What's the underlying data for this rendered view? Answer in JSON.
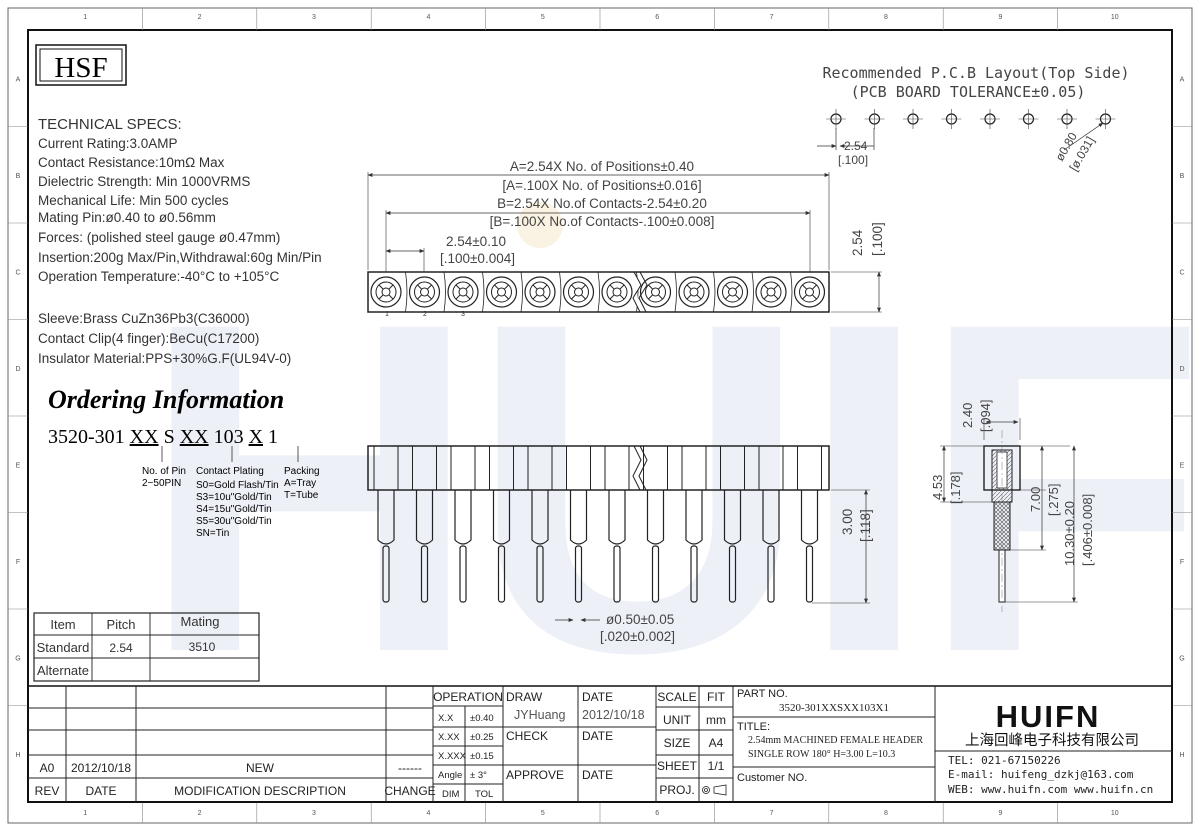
{
  "brand_logo": "HSF",
  "watermark": "HUIFN",
  "zone_columns": [
    "1",
    "2",
    "3",
    "4",
    "5",
    "6",
    "7",
    "8",
    "9",
    "10"
  ],
  "zone_rows": [
    "A",
    "B",
    "C",
    "D",
    "E",
    "F",
    "G",
    "H"
  ],
  "pcb_layout": {
    "title": "Recommended P.C.B Layout(Top Side)",
    "tolerance": "(PCB BOARD TOLERANCE±0.05)",
    "pitch_mm": "2.54",
    "pitch_in": "[.100]",
    "hole_mm": "ø0.80",
    "hole_in": "[ø.031]"
  },
  "specs": {
    "heading": "TECHNICAL SPECS:",
    "lines": [
      "Current Rating:3.0AMP",
      "Contact Resistance:10mΩ Max",
      "Dielectric Strength: Min 1000VRMS",
      "Mechanical Life: Min 500 cycles",
      "Mating Pin:ø0.40 to ø0.56mm",
      "Forces: (polished steel gauge ø0.47mm)",
      "Insertion:200g Max/Pin,Withdrawal:60g Min/Pin",
      "Operation Temperature:-40°C to +105°C"
    ],
    "materials": [
      "Sleeve:Brass CuZn36Pb3(C36000)",
      "Contact Clip(4 finger):BeCu(C17200)",
      "Insulator Material:PPS+30%G.F(UL94V-0)"
    ]
  },
  "ordering": {
    "title": "Ordering Information",
    "parts": [
      "3520-301 ",
      "XX",
      " S ",
      "XX",
      " 103 ",
      "X",
      " 1"
    ],
    "pins_title": "No. of Pin",
    "pins_range": "2~50PIN",
    "plating_title": "Contact Plating",
    "plating_options": [
      "S0=Gold Flash/Tin",
      "S3=10u\"Gold/Tin",
      "S4=15u\"Gold/Tin",
      "S5=30u\"Gold/Tin",
      "SN=Tin"
    ],
    "packing_title": "Packing",
    "packing_options": [
      "A=Tray",
      "T=Tube"
    ]
  },
  "dimensions": {
    "a_mm": "A=2.54X No. of Positions±0.40",
    "a_in": "[A=.100X No. of Positions±0.016]",
    "b_mm": "B=2.54X No.of Contacts-2.54±0.20",
    "b_in": "[B=.100X No.of Contacts-.100±0.008]",
    "pitch_mm": "2.54±0.10",
    "pitch_in": "[.100±0.004]",
    "height_mm": "2.54",
    "height_in": "[.100]",
    "pos_labels": [
      "1",
      "2",
      "3"
    ],
    "tail_len_mm": "3.00",
    "tail_len_in": "[.118]",
    "pin_dia_mm": "ø0.50±0.05",
    "pin_dia_in": "[.020±0.002]",
    "top_mm": "2.40",
    "top_in": "[.094]",
    "body_mm": "4.53",
    "body_in": "[.178]",
    "socket_mm": "7.00",
    "socket_in": "[.275]",
    "total_mm": "10.30±0.20",
    "total_in": "[.406±0.008]"
  },
  "mating_table": {
    "headers": [
      "Item",
      "Pitch",
      "Mating"
    ],
    "rows": [
      [
        "Standard",
        "2.54",
        "3510"
      ],
      [
        "Alternate",
        "",
        ""
      ]
    ]
  },
  "title_block": {
    "rev_row": {
      "rev": "A0",
      "date": "2012/10/18",
      "desc": "NEW",
      "change": "------"
    },
    "labels": {
      "rev": "REV",
      "date": "DATE",
      "desc": "MODIFICATION DESCRIPTION",
      "change": "CHANGE"
    },
    "tol_header": "OPERATION",
    "tolerances": [
      [
        "X.X",
        "±0.40"
      ],
      [
        "X.XX",
        "±0.25"
      ],
      [
        "X.XXX",
        "±0.15"
      ],
      [
        "Angle",
        "± 3°"
      ],
      [
        "DIM",
        "TOL"
      ]
    ],
    "draw_label": "DRAW",
    "drawer": "JYHuang",
    "draw_date_label": "DATE",
    "draw_date": "2012/10/18",
    "check_label": "CHECK",
    "check_date_label": "DATE",
    "approve_label": "APPROVE",
    "approve_date_label": "DATE",
    "scale_label": "SCALE",
    "fit_label": "FIT",
    "unit_label": "UNIT",
    "unit_value": "mm",
    "size_label": "SIZE",
    "size_value": "A4",
    "sheet_label": "SHEET",
    "sheet_value": "1/1",
    "proj_label": "PROJ.",
    "part_no_label": "PART NO.",
    "part_no": "3520-301XXSXX103X1",
    "title_label": "TITLE:",
    "title_line1": "2.54mm MACHINED FEMALE HEADER",
    "title_line2": "SINGLE ROW 180° H=3.00 L=10.3",
    "customer_label": "Customer NO.",
    "company_logo": "HUIFN",
    "company_name": "上海回峰电子科技有限公司",
    "tel": "TEL: 021-67150226",
    "email": "E-mail: huifeng_dzkj@163.com",
    "web": "WEB:  www.huifn.com   www.huifn.cn"
  }
}
